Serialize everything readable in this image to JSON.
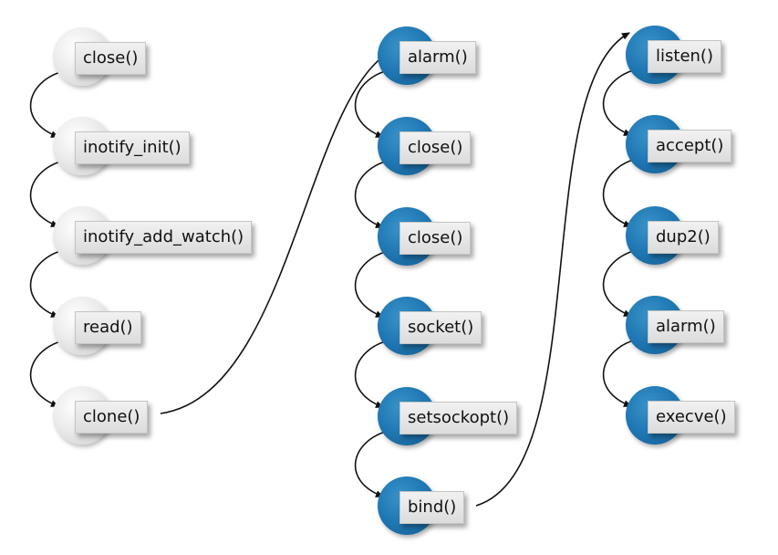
{
  "columns": [
    {
      "style": "grey",
      "nodes": [
        {
          "id": "c1n1",
          "label": "close()"
        },
        {
          "id": "c1n2",
          "label": "inotify_init()"
        },
        {
          "id": "c1n3",
          "label": "inotify_add_watch()"
        },
        {
          "id": "c1n4",
          "label": "read()"
        },
        {
          "id": "c1n5",
          "label": "clone()"
        }
      ]
    },
    {
      "style": "blue",
      "nodes": [
        {
          "id": "c2n1",
          "label": "alarm()"
        },
        {
          "id": "c2n2",
          "label": "close()"
        },
        {
          "id": "c2n3",
          "label": "close()"
        },
        {
          "id": "c2n4",
          "label": "socket()"
        },
        {
          "id": "c2n5",
          "label": "setsockopt()"
        },
        {
          "id": "c2n6",
          "label": "bind()"
        }
      ]
    },
    {
      "style": "blue",
      "nodes": [
        {
          "id": "c3n1",
          "label": "listen()"
        },
        {
          "id": "c3n2",
          "label": "accept()"
        },
        {
          "id": "c3n3",
          "label": "dup2()"
        },
        {
          "id": "c3n4",
          "label": "alarm()"
        },
        {
          "id": "c3n5",
          "label": "execve()"
        }
      ]
    }
  ],
  "colors": {
    "grey_node": "#e6e6e6",
    "blue_node": "#1f78b4",
    "arrow": "#111111"
  }
}
